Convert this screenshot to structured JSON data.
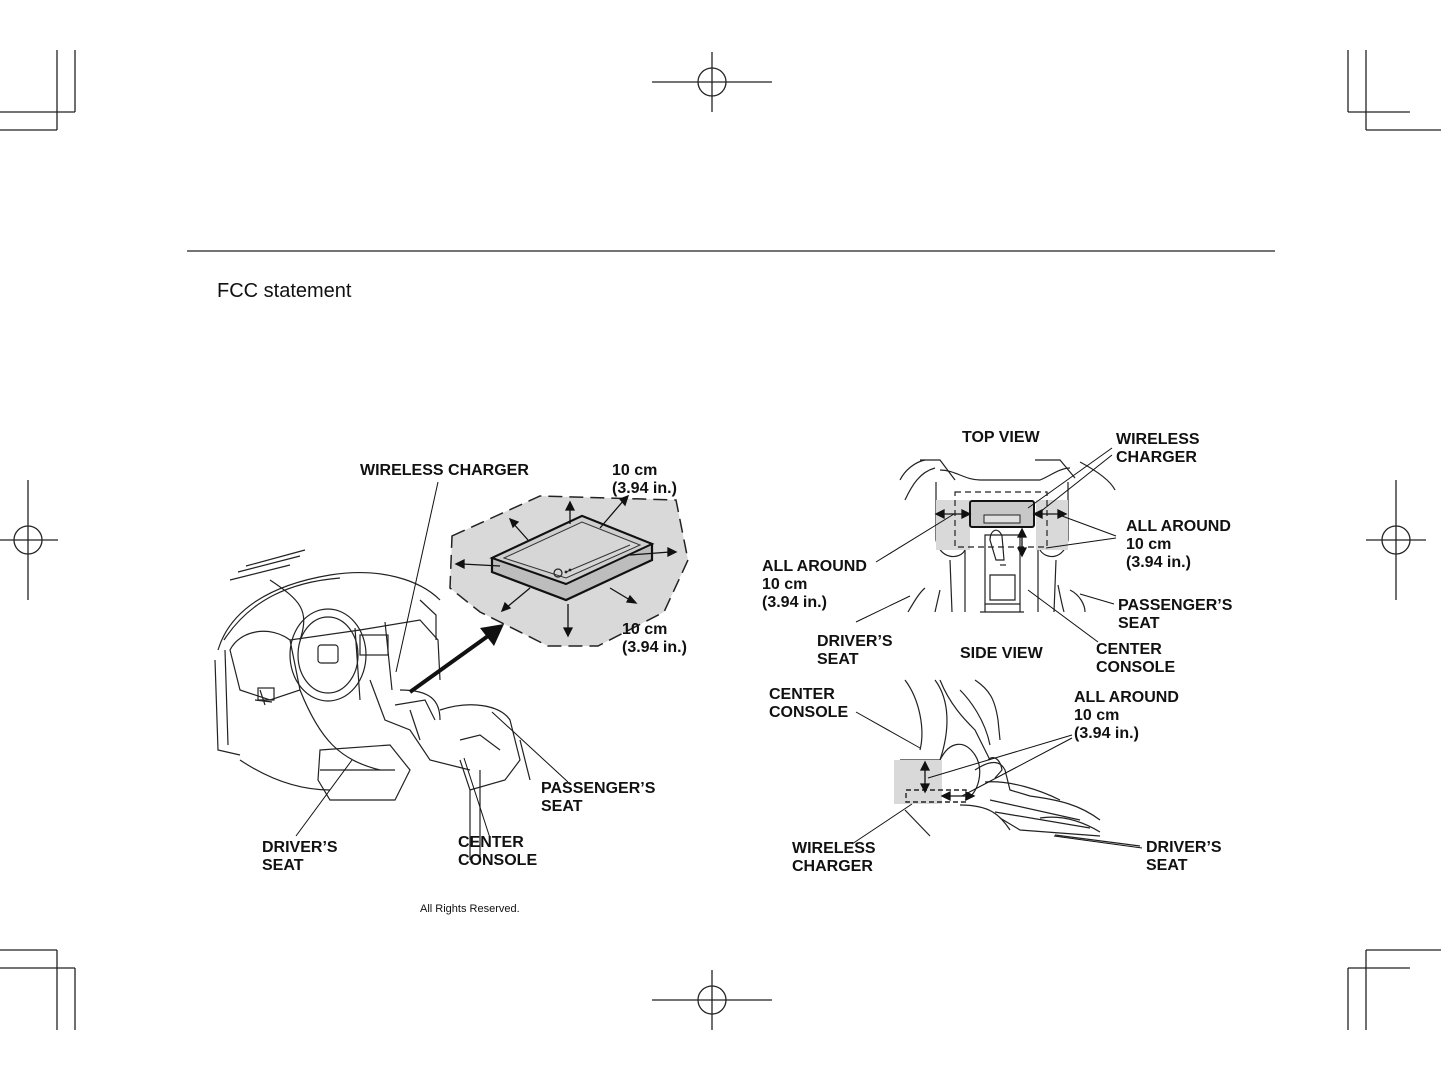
{
  "page": {
    "section_title": "FCC statement",
    "footer": "All Rights Reserved."
  },
  "left_figure": {
    "wireless_charger": "WIRELESS CHARGER",
    "distance_top": "10 cm\n(3.94 in.)",
    "distance_bottom": "10 cm\n(3.94 in.)",
    "passengers_seat": "PASSENGER’S\nSEAT",
    "drivers_seat": "DRIVER’S\nSEAT",
    "center_console": "CENTER\nCONSOLE"
  },
  "top_view": {
    "title": "TOP VIEW",
    "wireless_charger": "WIRELESS\nCHARGER",
    "all_around_right": "ALL AROUND\n10 cm\n(3.94 in.)",
    "all_around_left": "ALL AROUND\n10 cm\n(3.94 in.)",
    "passengers_seat": "PASSENGER’S\nSEAT",
    "drivers_seat": "DRIVER’S\nSEAT",
    "center_console": "CENTER\nCONSOLE"
  },
  "side_view": {
    "title": "SIDE VIEW",
    "center_console": "CENTER\nCONSOLE",
    "all_around": "ALL AROUND\n10 cm\n(3.94 in.)",
    "wireless_charger": "WIRELESS\nCHARGER",
    "drivers_seat": "DRIVER’S\nSEAT"
  },
  "colors": {
    "ink": "#111111",
    "zone_fill": "#d9d9d9",
    "pad_fill": "#c8c8c8"
  }
}
